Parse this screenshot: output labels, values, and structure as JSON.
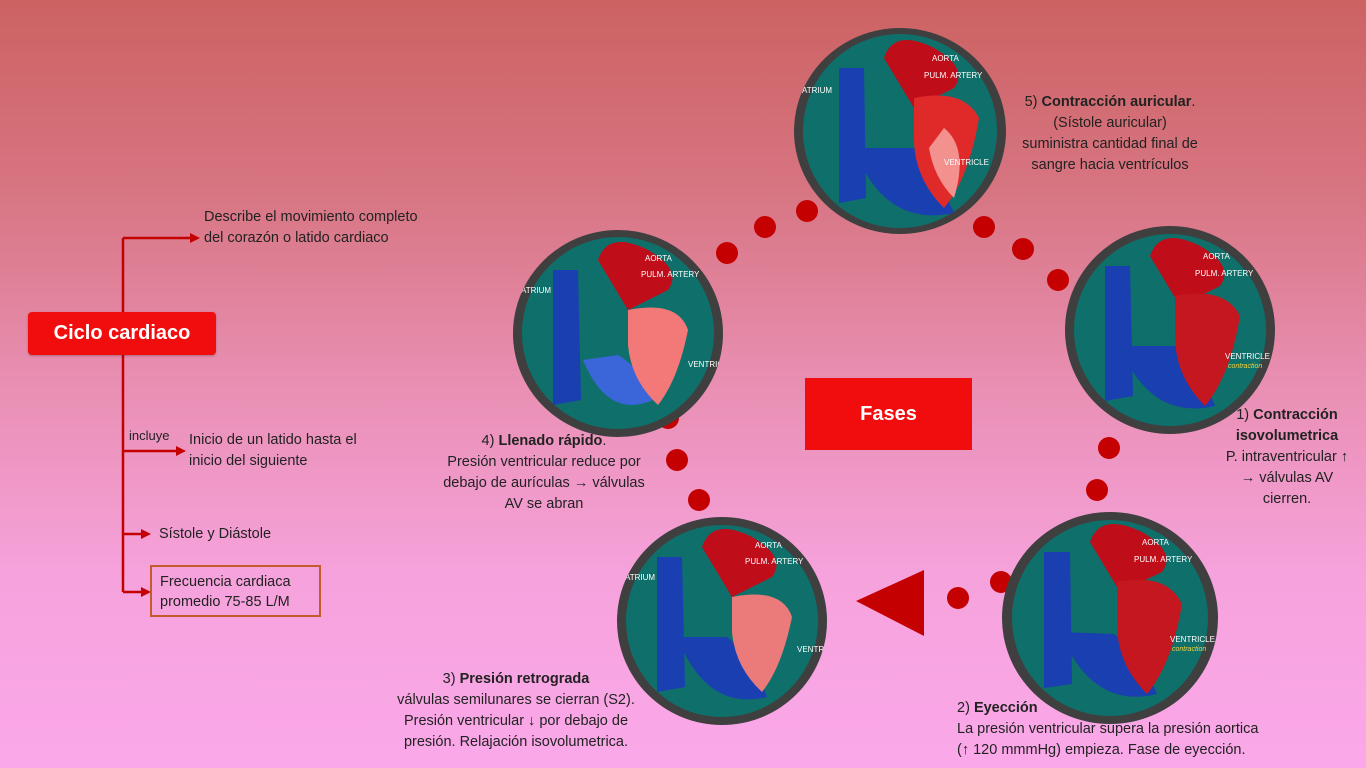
{
  "root": {
    "label": "Ciclo cardiaco"
  },
  "branches": {
    "describe": "Describe el movimiento completo del corazón o latido cardiaco",
    "includes_label": "incluye",
    "includes": "Inicio de un latido hasta el inicio del siguiente",
    "types": "Sístole y Diástole",
    "frequency": "Frecuencia cardiaca promedio 75-85 L/M"
  },
  "center": {
    "label": "Fases"
  },
  "heart_labels": {
    "aorta": "AORTA",
    "pulm": "PULM. ARTERY",
    "atrium": "ATRIUM",
    "ventricle": "VENTRICLE",
    "contraction": "contraction"
  },
  "phases": [
    {
      "number": "1)",
      "title": "Contracción isovolumetrica",
      "lines": [
        "P. intraventricular ↑",
        "→ válvulas AV",
        "cierren."
      ]
    },
    {
      "number": "2)",
      "title": "Eyección",
      "lines": [
        "La presión ventricular supera la presión aortica",
        "(↑ 120 mmmHg) empieza. Fase de eyección."
      ]
    },
    {
      "number": "3)",
      "title": "Presión retrograda",
      "lines": [
        "válvulas semilunares se cierran (S2).",
        "Presión ventricular ↓ por debajo de",
        "presión. Relajación isovolumetrica."
      ]
    },
    {
      "number": "4)",
      "title": "Llenado rápido",
      "lines": [
        "Presión ventricular reduce por",
        "debajo de aurículas → válvulas",
        "AV se abran"
      ]
    },
    {
      "number": "5)",
      "title": "Contracción auricular",
      "lines": [
        "(Sístole auricular)",
        "suministra cantidad final de",
        "sangre hacia ventrículos"
      ]
    }
  ],
  "colors": {
    "accent": "#f10d0d",
    "dots": "#c40000",
    "box_border": "#c65a2a"
  }
}
